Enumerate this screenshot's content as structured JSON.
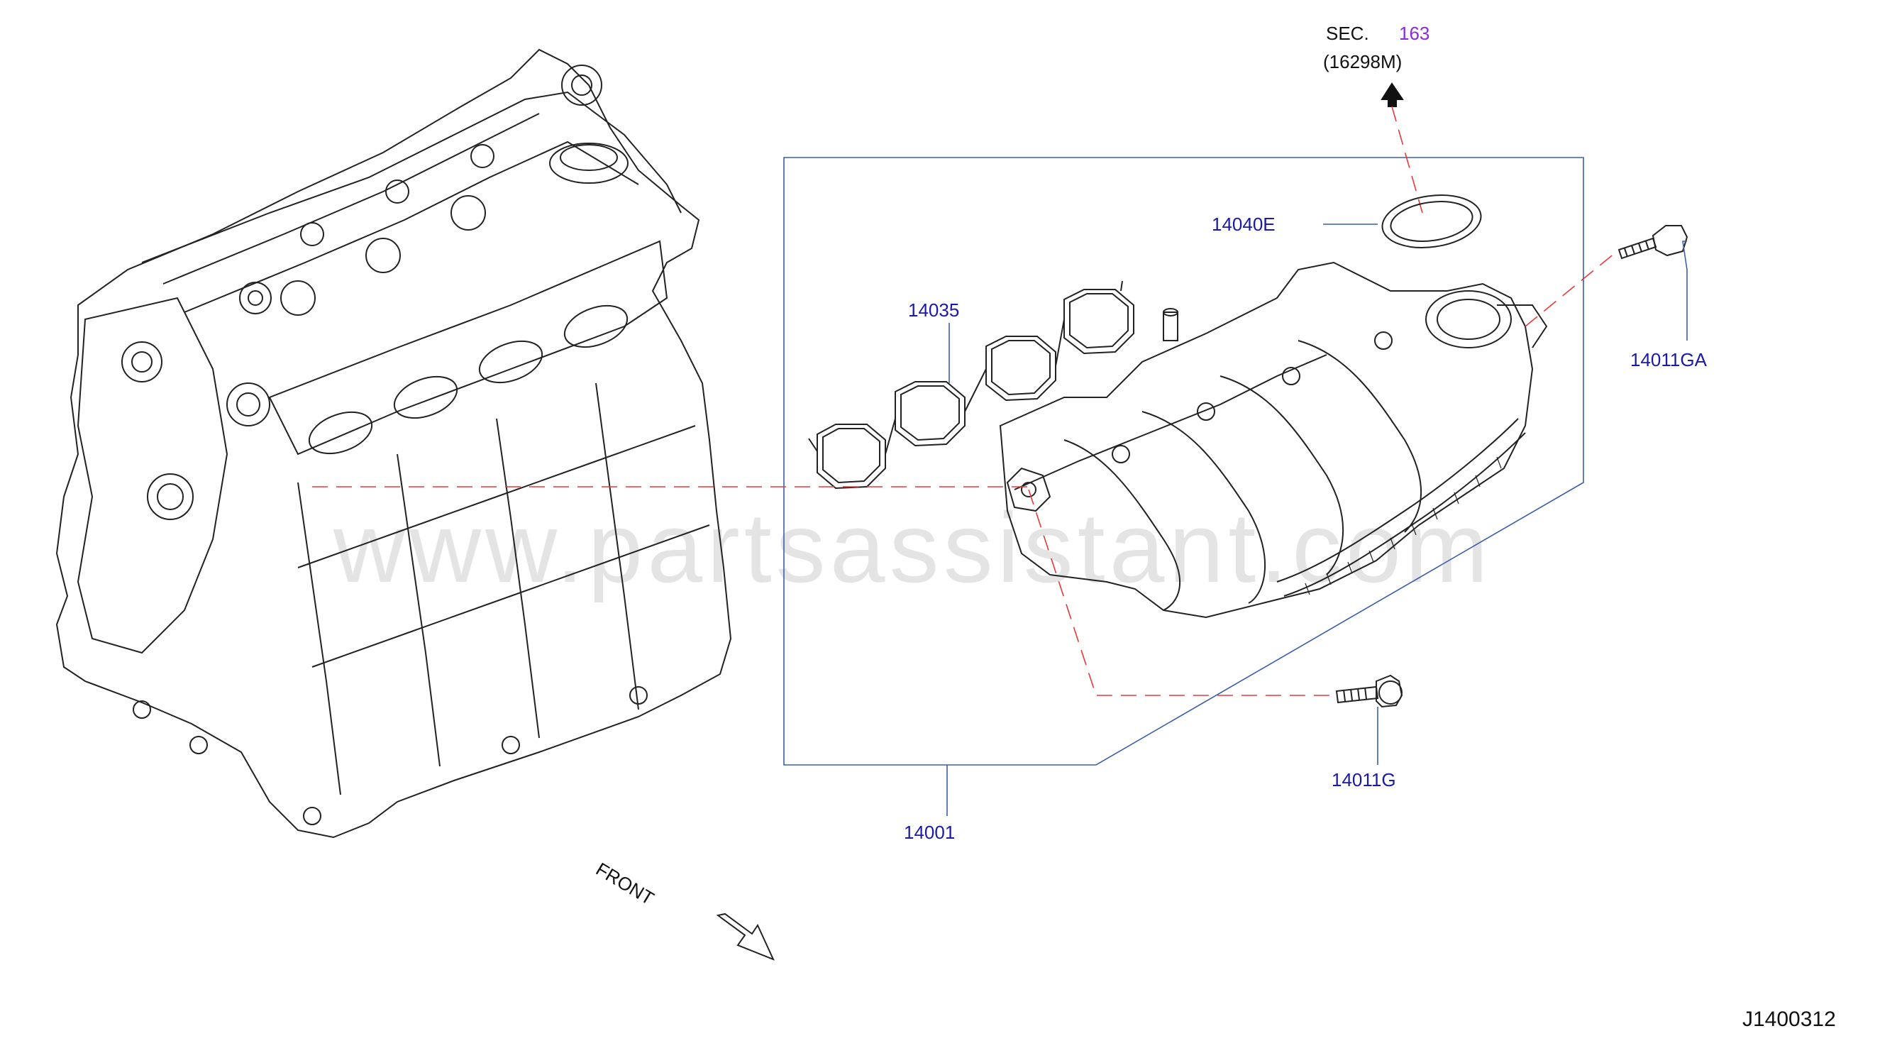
{
  "section_ref": {
    "prefix": "SEC.",
    "number": "163",
    "sub_part": "(16298M)"
  },
  "callouts": {
    "seal_ring": "14040E",
    "gasket": "14035",
    "bolt_upper": "14011GA",
    "bolt_lower": "14011G",
    "manifold_assembly": "14001"
  },
  "front_label": "FRONT",
  "watermark": "www.partsassistant.com",
  "diagram_id": "J1400312",
  "colors": {
    "part_number": "#1a1aa8",
    "section_number": "#8a2be2",
    "leader_dashed": "#e43a3a",
    "bracket": "#3b5fa8",
    "drawing": "#222222"
  },
  "icons": {
    "section_arrow": "arrow-up-icon",
    "front_arrow": "arrow-down-right-icon"
  }
}
